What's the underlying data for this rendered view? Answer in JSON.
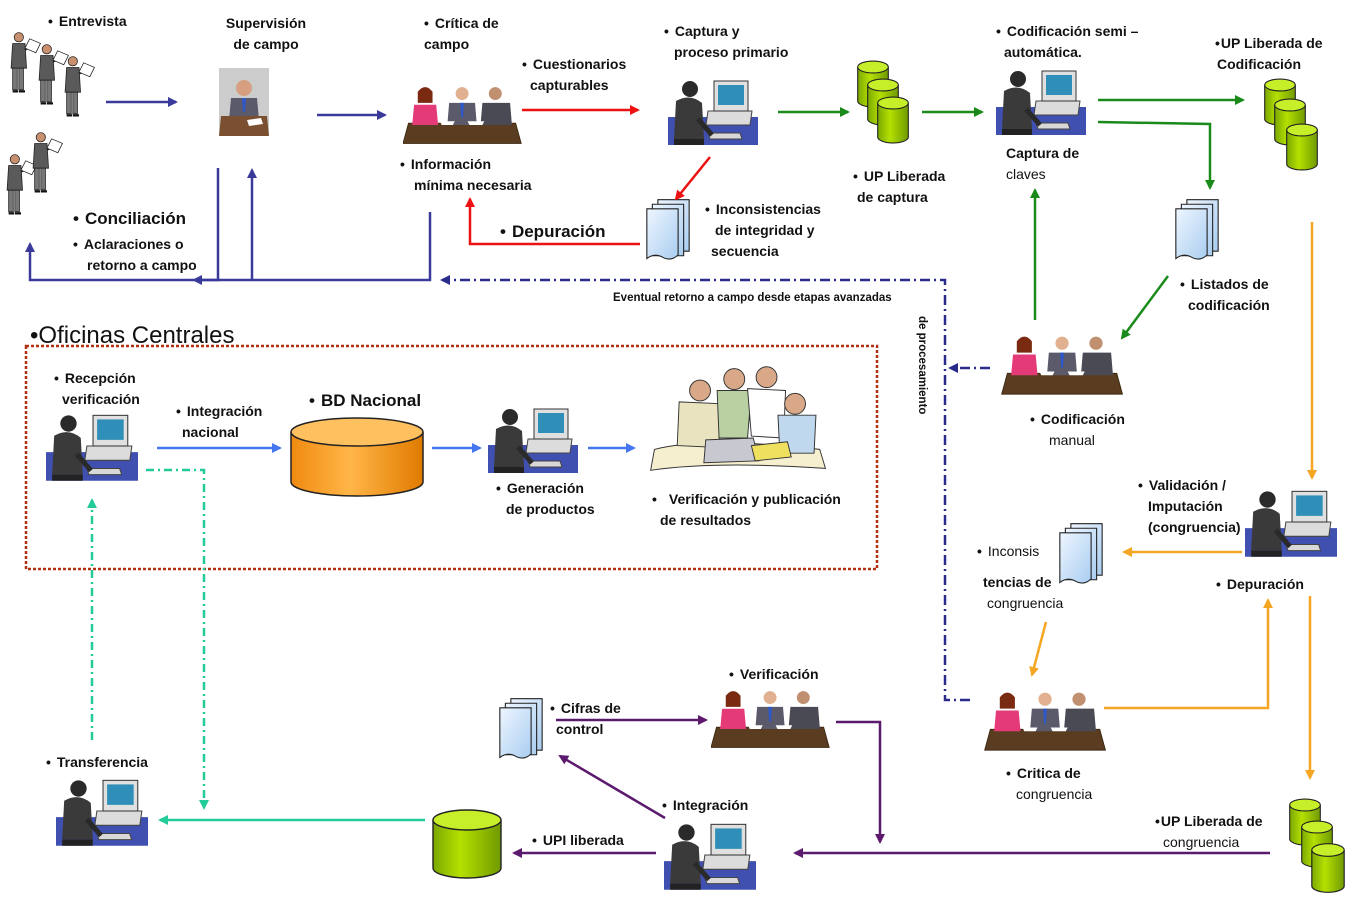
{
  "colors": {
    "navy": "#3a3a9a",
    "red": "#ee1111",
    "green": "#1a8a1a",
    "orange": "#f5a623",
    "purple": "#5c1a6e",
    "blue": "#4477ee",
    "teal": "#22cc99",
    "dashdot": "#2a2a8a",
    "frame": "#b03010",
    "cylinder_green": "#99cc00",
    "cylinder_orange": "#ffaa33"
  },
  "labels": {
    "entrevista": "Entrevista",
    "supervision": [
      "Supervisión",
      "de campo"
    ],
    "critica_campo": [
      "Crítica de",
      "campo"
    ],
    "cuestionarios": [
      "Cuestionarios",
      "capturables"
    ],
    "captura_proceso": [
      "Captura y",
      "proceso primario"
    ],
    "codificacion_semi": [
      "Codificación semi –",
      "automática."
    ],
    "up_liberada_codif": [
      "UP Liberada de",
      "Codificación"
    ],
    "informacion": [
      "Información",
      "mínima necesaria"
    ],
    "up_liberada_captura": [
      "UP  Liberada",
      "de captura"
    ],
    "captura_claves": [
      "Captura de",
      "claves"
    ],
    "conciliacion": "Conciliación",
    "aclaraciones": [
      "Aclaraciones o",
      "retorno a campo"
    ],
    "depuracion_top": "Depuración",
    "inconsistencias": [
      "Inconsistencias",
      "de integridad y",
      "secuencia"
    ],
    "listados": [
      "Listados de",
      "codificación"
    ],
    "eventual": "Eventual retorno a campo desde etapas avanzadas",
    "de_procesamiento": "de procesamiento",
    "oficinas": "Oficinas Centrales",
    "recepcion": [
      "Recepción",
      "verificación"
    ],
    "integracion_nacional": [
      "Integración",
      "nacional"
    ],
    "bd_nacional": "BD Nacional",
    "generacion": [
      "Generación",
      "de productos"
    ],
    "verificacion_pub": [
      "Verificación y publicación",
      "de resultados"
    ],
    "codificacion_manual": [
      "Codificación",
      "manual"
    ],
    "validacion": [
      "Validación /",
      "Imputación",
      "(congruencia)"
    ],
    "inconsis_congr": [
      "Inconsis",
      "tencias de",
      "congruencia"
    ],
    "depuracion_right": "Depuración",
    "verificacion": "Verificación",
    "cifras": [
      "Cifras de",
      "control"
    ],
    "critica_congr": [
      "Critica de",
      "congruencia"
    ],
    "transferencia": "Transferencia",
    "integracion": "Integración",
    "upi": "UPI liberada",
    "up_liberada_congr": [
      "UP Liberada de",
      "congruencia"
    ]
  }
}
